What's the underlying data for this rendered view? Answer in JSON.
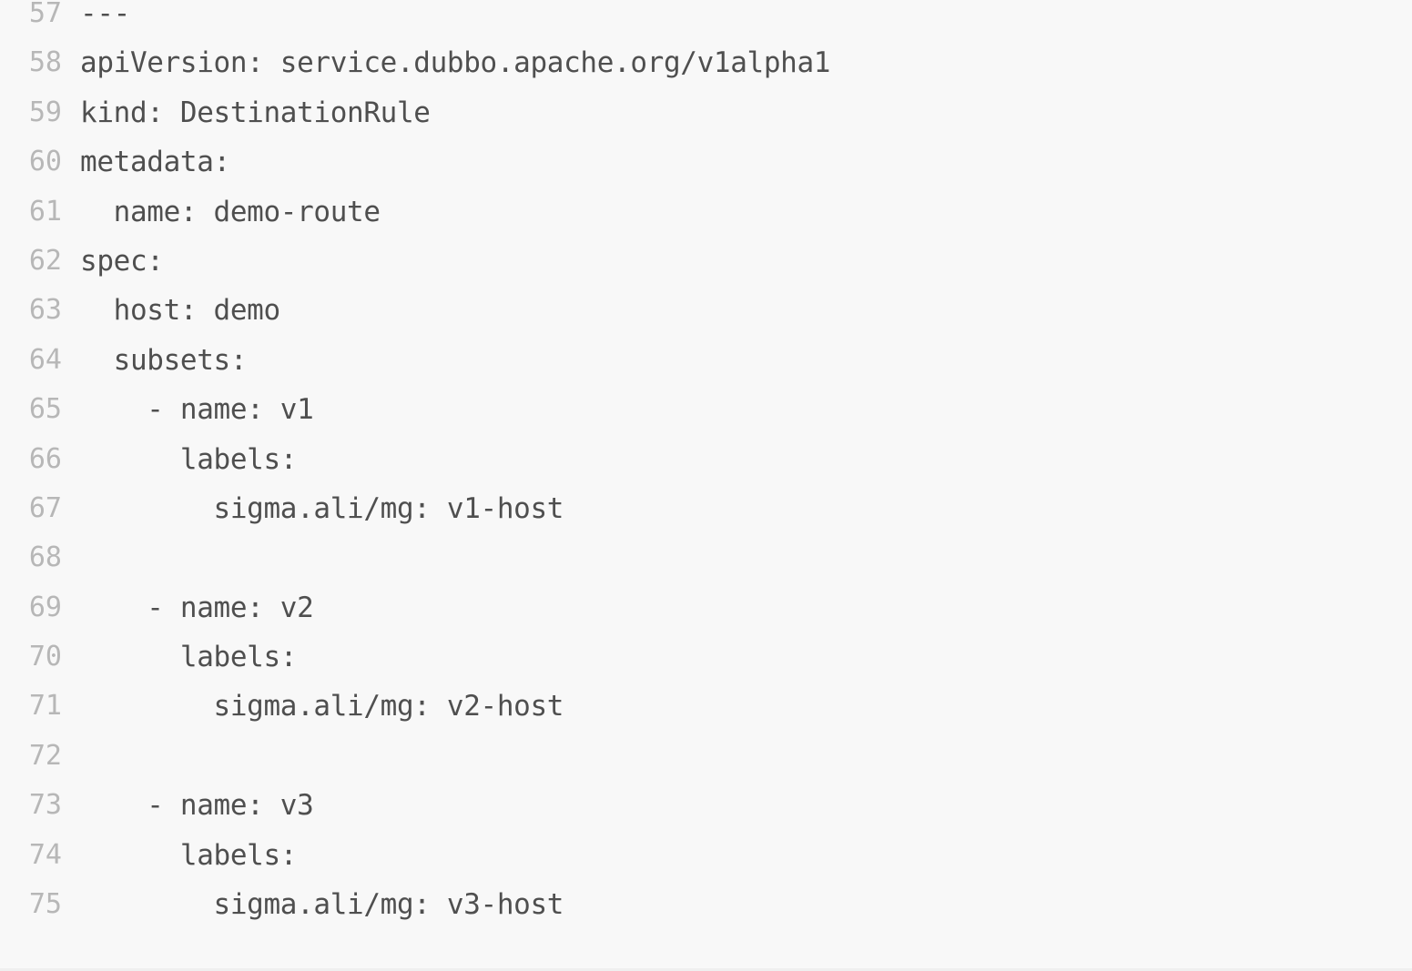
{
  "editor": {
    "language": "yaml",
    "colors": {
      "background": "#f8f8f8",
      "text": "#4f4f4f",
      "line_number": "#b7b7b7",
      "scrollbar": "#e2e2e2"
    },
    "first_visible_line": 57,
    "last_visible_line": 75,
    "lines": [
      {
        "number": "57",
        "text": "---"
      },
      {
        "number": "58",
        "text": "apiVersion: service.dubbo.apache.org/v1alpha1"
      },
      {
        "number": "59",
        "text": "kind: DestinationRule"
      },
      {
        "number": "60",
        "text": "metadata:"
      },
      {
        "number": "61",
        "text": "  name: demo-route"
      },
      {
        "number": "62",
        "text": "spec:"
      },
      {
        "number": "63",
        "text": "  host: demo"
      },
      {
        "number": "64",
        "text": "  subsets:"
      },
      {
        "number": "65",
        "text": "    - name: v1"
      },
      {
        "number": "66",
        "text": "      labels:"
      },
      {
        "number": "67",
        "text": "        sigma.ali/mg: v1-host"
      },
      {
        "number": "68",
        "text": ""
      },
      {
        "number": "69",
        "text": "    - name: v2"
      },
      {
        "number": "70",
        "text": "      labels:"
      },
      {
        "number": "71",
        "text": "        sigma.ali/mg: v2-host"
      },
      {
        "number": "72",
        "text": ""
      },
      {
        "number": "73",
        "text": "    - name: v3"
      },
      {
        "number": "74",
        "text": "      labels:"
      },
      {
        "number": "75",
        "text": "        sigma.ali/mg: v3-host"
      }
    ]
  }
}
